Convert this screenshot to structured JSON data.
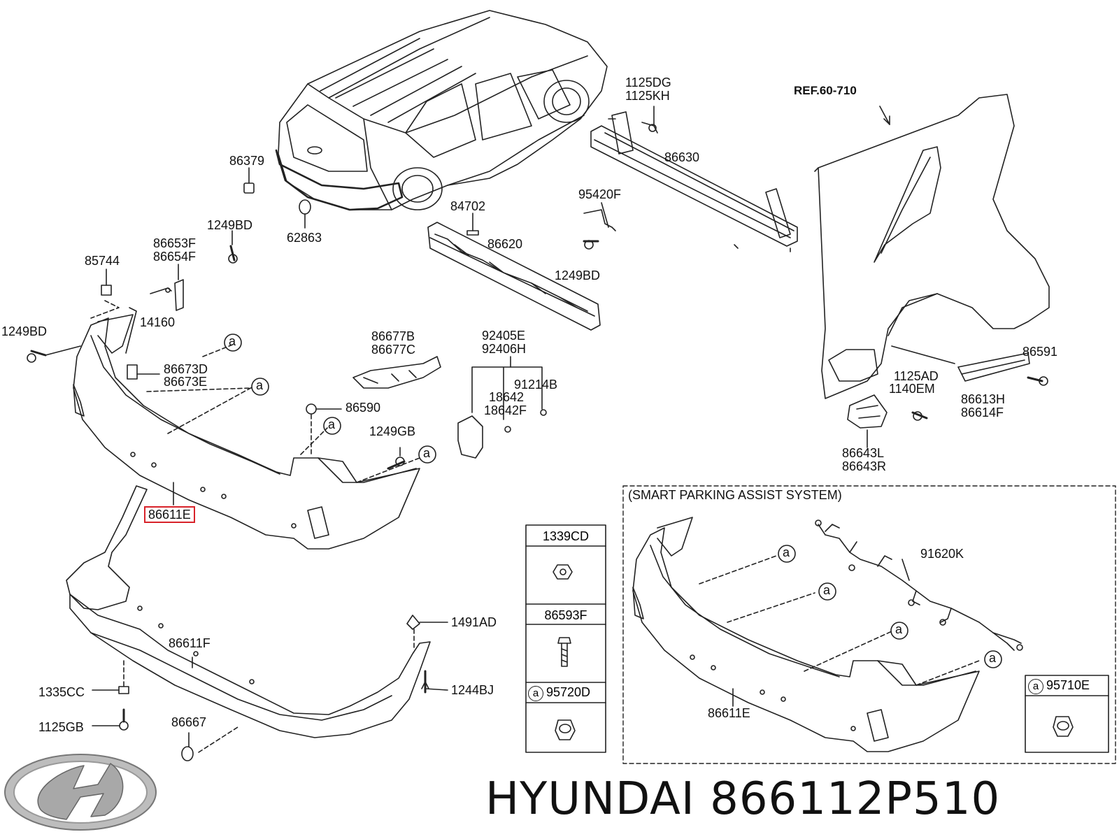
{
  "brand": {
    "text": "HYUNDAI 866112P510",
    "logo": "hyundai-logo"
  },
  "reference": "REF.60-710",
  "callout_marker": "a",
  "highlighted_part": "86611E",
  "labels": [
    {
      "id": "l-86379",
      "text": "86379"
    },
    {
      "id": "l-62863",
      "text": "62863"
    },
    {
      "id": "l-1249bd-a",
      "text": "1249BD"
    },
    {
      "id": "l-86653f",
      "text": "86653F"
    },
    {
      "id": "l-86654f",
      "text": "86654F"
    },
    {
      "id": "l-85744",
      "text": "85744"
    },
    {
      "id": "l-14160",
      "text": "14160"
    },
    {
      "id": "l-1249bd-b",
      "text": "1249BD"
    },
    {
      "id": "l-86673d",
      "text": "86673D"
    },
    {
      "id": "l-86673e",
      "text": "86673E"
    },
    {
      "id": "l-86677b",
      "text": "86677B"
    },
    {
      "id": "l-86677c",
      "text": "86677C"
    },
    {
      "id": "l-86590",
      "text": "86590"
    },
    {
      "id": "l-1249gb",
      "text": "1249GB"
    },
    {
      "id": "l-84702",
      "text": "84702"
    },
    {
      "id": "l-86620",
      "text": "86620"
    },
    {
      "id": "l-1125dg",
      "text": "1125DG"
    },
    {
      "id": "l-1125kh",
      "text": "1125KH"
    },
    {
      "id": "l-86630",
      "text": "86630"
    },
    {
      "id": "l-95420f",
      "text": "95420F"
    },
    {
      "id": "l-1249bd-c",
      "text": "1249BD"
    },
    {
      "id": "l-92405e",
      "text": "92405E"
    },
    {
      "id": "l-92406h",
      "text": "92406H"
    },
    {
      "id": "l-91214b",
      "text": "91214B"
    },
    {
      "id": "l-18642",
      "text": "18642"
    },
    {
      "id": "l-18642f",
      "text": "18642F"
    },
    {
      "id": "l-86591",
      "text": "86591"
    },
    {
      "id": "l-1125ad",
      "text": "1125AD"
    },
    {
      "id": "l-1140em",
      "text": "1140EM"
    },
    {
      "id": "l-86613h",
      "text": "86613H"
    },
    {
      "id": "l-86614f",
      "text": "86614F"
    },
    {
      "id": "l-86643l",
      "text": "86643L"
    },
    {
      "id": "l-86643r",
      "text": "86643R"
    },
    {
      "id": "l-1491ad",
      "text": "1491AD"
    },
    {
      "id": "l-86611f",
      "text": "86611F"
    },
    {
      "id": "l-1335cc",
      "text": "1335CC"
    },
    {
      "id": "l-1244bj",
      "text": "1244BJ"
    },
    {
      "id": "l-1125gb",
      "text": "1125GB"
    },
    {
      "id": "l-86667",
      "text": "86667"
    },
    {
      "id": "l-91620k",
      "text": "91620K"
    },
    {
      "id": "l-86611e-sub",
      "text": "86611E"
    }
  ],
  "legend_table": [
    {
      "id": "c-1339cd",
      "text": "1339CD"
    },
    {
      "id": "c-86593f",
      "text": "86593F"
    },
    {
      "id": "c-95720d",
      "text": "95720D"
    }
  ],
  "inset": {
    "title": "(SMART PARKING ASSIST SYSTEM)",
    "sensor_part": "95710E"
  }
}
